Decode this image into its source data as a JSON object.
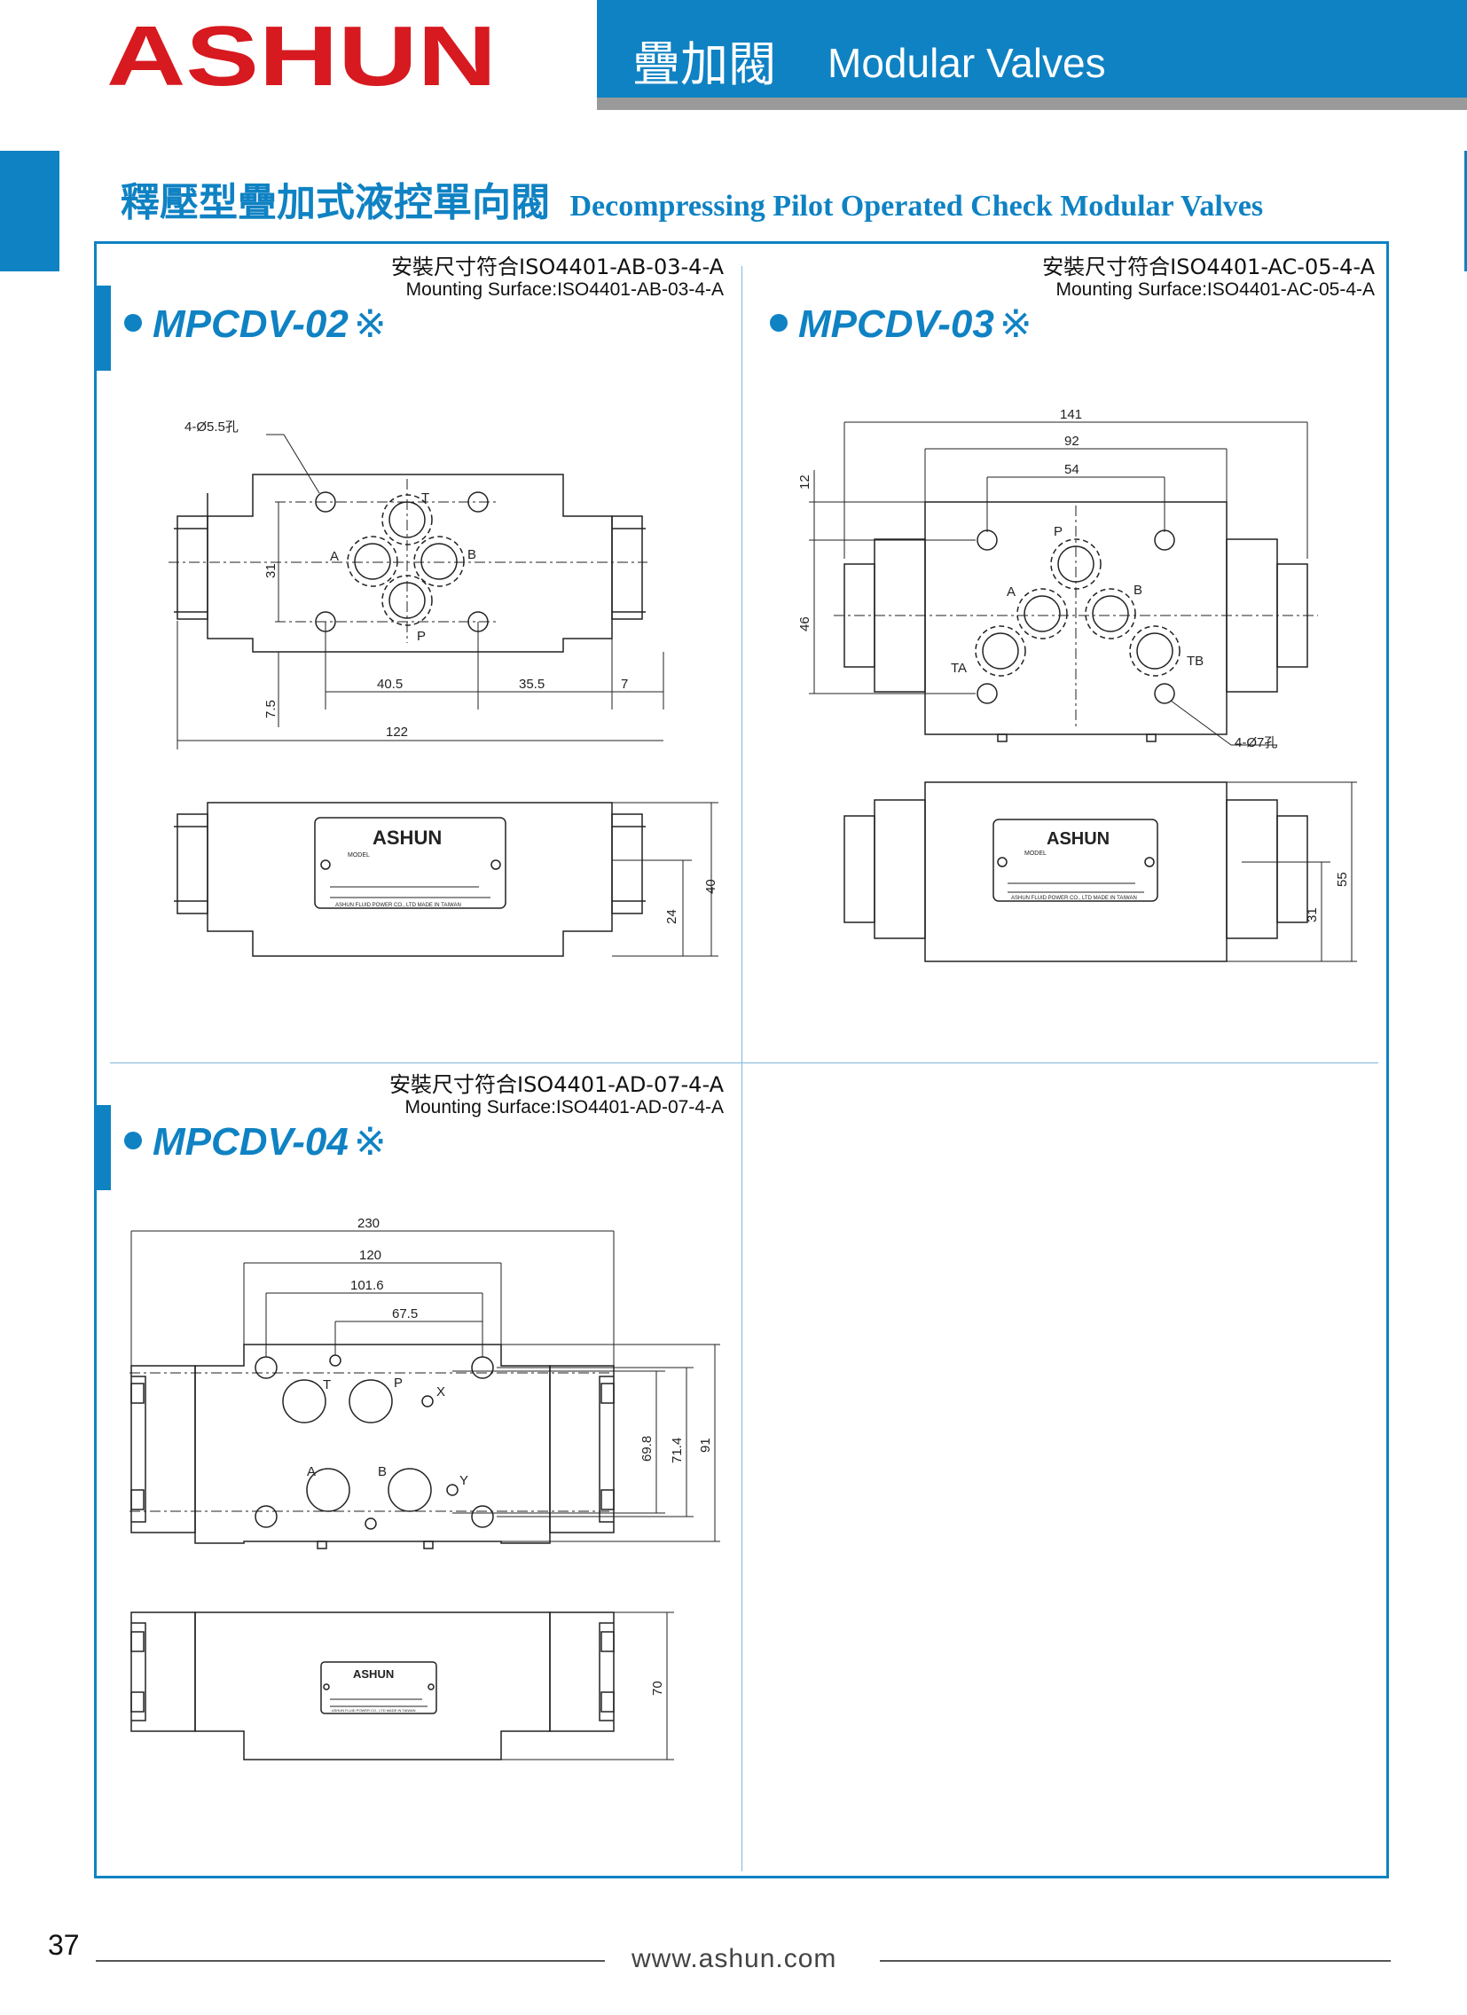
{
  "header": {
    "brand": "ASHUN",
    "section_zh": "疊加閥",
    "section_en": "Modular Valves"
  },
  "page_title": {
    "zh": "釋壓型疊加式液控單向閥",
    "en": "Decompressing Pilot Operated Check Modular Valves"
  },
  "products": [
    {
      "model": "MPCDV-02",
      "mark": "※",
      "mount_zh": "安裝尺寸符合ISO4401-AB-03-4-A",
      "mount_en": "Mounting Surface:ISO4401-AB-03-4-A",
      "dims": {
        "hole": "4-Ø5.5孔",
        "d31": "31",
        "d40_5": "40.5",
        "d35_5": "35.5",
        "d7": "7",
        "d7_5": "7.5",
        "d122": "122",
        "d24": "24",
        "d40": "40"
      },
      "ports": {
        "t": "T",
        "a": "A",
        "b": "B",
        "p": "P"
      }
    },
    {
      "model": "MPCDV-03",
      "mark": "※",
      "mount_zh": "安裝尺寸符合ISO4401-AC-05-4-A",
      "mount_en": "Mounting Surface:ISO4401-AC-05-4-A",
      "dims": {
        "d141": "141",
        "d92": "92",
        "d54": "54",
        "d12": "12",
        "d46": "46",
        "hole": "4-Ø7孔",
        "d55": "55",
        "d31": "31"
      },
      "ports": {
        "p": "P",
        "a": "A",
        "b": "B",
        "ta": "TA",
        "tb": "TB"
      }
    },
    {
      "model": "MPCDV-04",
      "mark": "※",
      "mount_zh": "安裝尺寸符合ISO4401-AD-07-4-A",
      "mount_en": "Mounting Surface:ISO4401-AD-07-4-A",
      "dims": {
        "d230": "230",
        "d120": "120",
        "d101_6": "101.6",
        "d67_5": "67.5",
        "d69_8": "69.8",
        "d71_4": "71.4",
        "d91": "91",
        "d70": "70"
      },
      "ports": {
        "t": "T",
        "p": "P",
        "x": "X",
        "a": "A",
        "b": "B",
        "y": "Y"
      }
    }
  ],
  "nameplate": {
    "brand": "ASHUN",
    "model_label": "MODEL",
    "maker": "ASHUN FLUID POWER CO., LTD MADE IN TAIWAN"
  },
  "footer": {
    "page": "37",
    "website": "www.ashun.com"
  }
}
